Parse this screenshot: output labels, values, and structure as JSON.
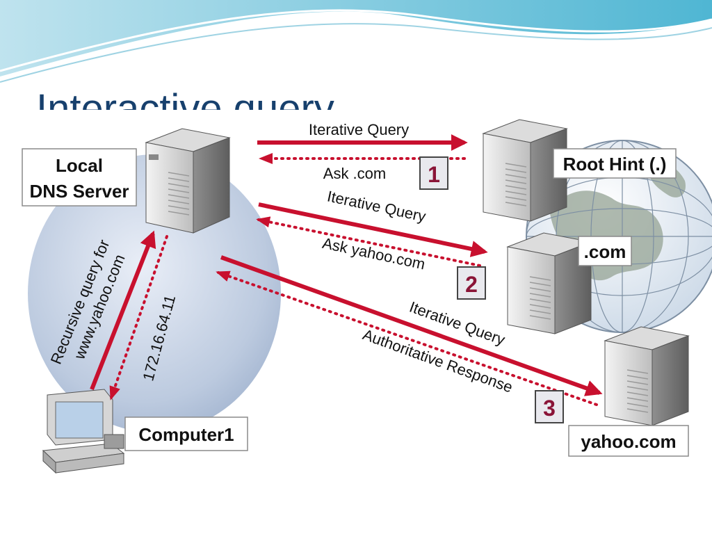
{
  "slide": {
    "title": "Interactive query"
  },
  "nodes": {
    "local_dns": {
      "line1": "Local",
      "line2": "DNS Server"
    },
    "root_hint": "Root Hint (.)",
    "dot_com": ".com",
    "yahoo": "yahoo.com",
    "computer": "Computer1"
  },
  "arrows": {
    "q1_label": "Iterative Query",
    "r1_label": "Ask .com",
    "q2_label": "Iterative Query",
    "r2_label": "Ask yahoo.com",
    "q3_label": "Iterative Query",
    "r3_label": "Authoritative Response",
    "recursive_line1": "Recursive query for",
    "recursive_line2": "www.yahoo.com",
    "ip_response": "172.16.64.11"
  },
  "steps": [
    "1",
    "2",
    "3"
  ],
  "colors": {
    "arrow": "#c8102e",
    "title": "#17406d",
    "badge_text": "#8a1437",
    "sphere": "#b9c7de"
  }
}
